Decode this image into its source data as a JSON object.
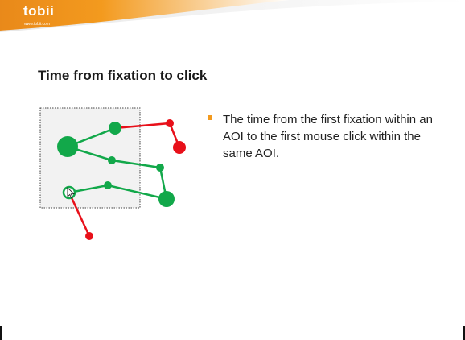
{
  "header": {
    "logo_text": "tobii",
    "logo_url": "www.tobii.com",
    "accent_color": "#f39a1e"
  },
  "slide": {
    "title": "Time from fixation to click",
    "bullets": [
      "The time from the first fixation within an AOI to the first mouse click within the same AOI."
    ]
  },
  "diagram": {
    "aoi_color": "#f2f2f2",
    "green": "#12a84a",
    "red": "#e8101a"
  }
}
